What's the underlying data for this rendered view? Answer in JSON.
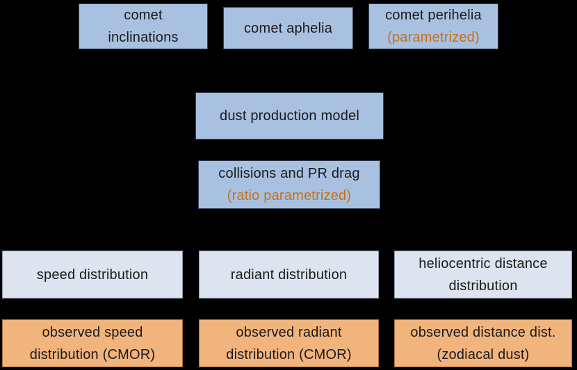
{
  "figure": {
    "type": "flowchart",
    "description": "meteoroid dust model pipeline diagram on black background"
  },
  "colors": {
    "background": "#000000",
    "box_blue_fill": "#a9c1e1",
    "box_blue_border": "#37425a",
    "box_light_fill": "#dde3ef",
    "box_light_border": "#8d97a9",
    "box_orange_fill": "#f2b47d",
    "box_orange_border": "#a8713a",
    "text_dark": "#1a1a1a",
    "text_orange": "#c9710f"
  },
  "nodes": [
    {
      "id": "comet-inclinations",
      "style": "blue",
      "line1": "comet",
      "line2": "inclinations"
    },
    {
      "id": "comet-aphelia",
      "style": "blue",
      "line1": "comet aphelia"
    },
    {
      "id": "comet-perihelia",
      "style": "blue",
      "line1": "comet perihelia",
      "line2": "(parametrized)",
      "line2_accent": true
    },
    {
      "id": "dust-production-model",
      "style": "blue",
      "line1": "dust production model"
    },
    {
      "id": "collisions-pr-drag",
      "style": "blue",
      "line1": "collisions and PR drag",
      "line2": "(ratio parametrized)",
      "line2_accent": true
    },
    {
      "id": "speed-distribution",
      "style": "light",
      "line1": "speed distribution"
    },
    {
      "id": "radiant-distribution",
      "style": "light",
      "line1": "radiant distribution"
    },
    {
      "id": "heliocentric-distance-distribution",
      "style": "light",
      "line1": "heliocentric distance",
      "line2": "distribution"
    },
    {
      "id": "observed-speed-distribution",
      "style": "orange",
      "line1": "observed speed",
      "line2": "distribution (CMOR)"
    },
    {
      "id": "observed-radiant-distribution",
      "style": "orange",
      "line1": "observed radiant",
      "line2": "distribution (CMOR)"
    },
    {
      "id": "observed-distance-distribution",
      "style": "orange",
      "line1": "observed distance dist.",
      "line2": "(zodiacal dust)"
    }
  ]
}
